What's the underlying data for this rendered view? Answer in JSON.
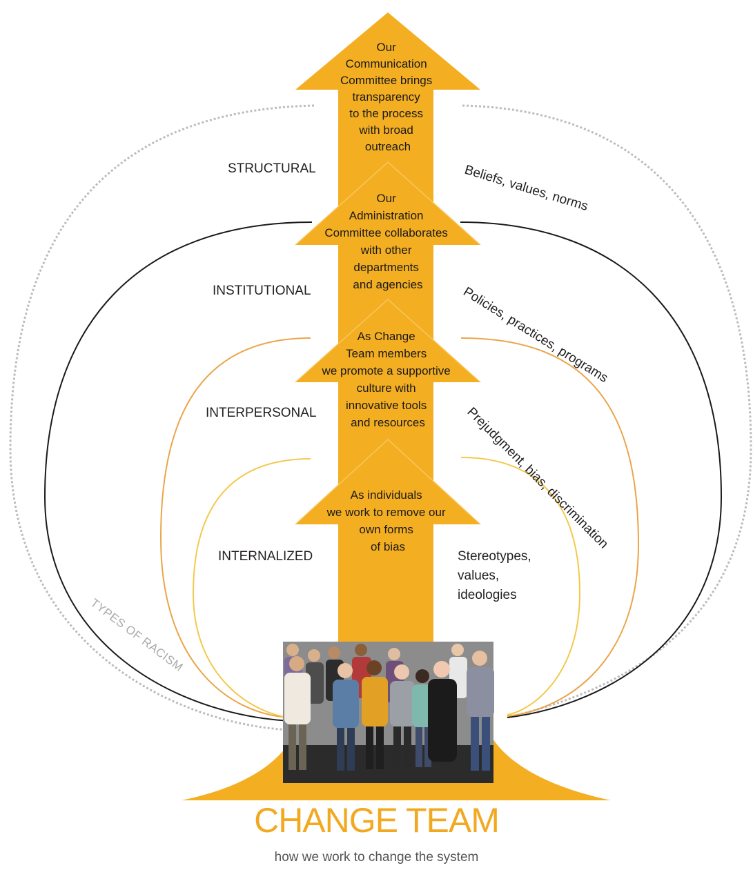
{
  "colors": {
    "arrow": "#f4ae22",
    "structural_arc": "#b9b9b9",
    "institutional_arc": "#1a1a1a",
    "interpersonal_arc": "#eba54a",
    "internalized_arc": "#f2c94c",
    "title": "#f2a922"
  },
  "levels": [
    {
      "name": "STRUCTURAL",
      "arrow_text": [
        "Our",
        "Communication",
        "Committee brings",
        "transparency",
        "to the process",
        "with broad",
        "outreach"
      ],
      "description": "Beliefs, values, norms"
    },
    {
      "name": "INSTITUTIONAL",
      "arrow_text": [
        "Our",
        "Administration",
        "Committee collaborates",
        "with other",
        "departments",
        "and agencies"
      ],
      "description": "Policies, practices, programs"
    },
    {
      "name": "INTERPERSONAL",
      "arrow_text": [
        "As Change",
        "Team members",
        "we promote a supportive",
        "culture with",
        "innovative tools",
        "and resources"
      ],
      "description": "Prejudgment, bias, discrimination"
    },
    {
      "name": "INTERNALIZED",
      "arrow_text": [
        "As individuals",
        "we work to remove our",
        "own forms",
        "of bias"
      ],
      "description": [
        "Stereotypes,",
        "values,",
        "ideologies"
      ]
    }
  ],
  "types_label": "TYPES OF RACISM",
  "photo_icon": "team-photo",
  "title": "CHANGE TEAM",
  "subtitle": "how we work to change the system"
}
